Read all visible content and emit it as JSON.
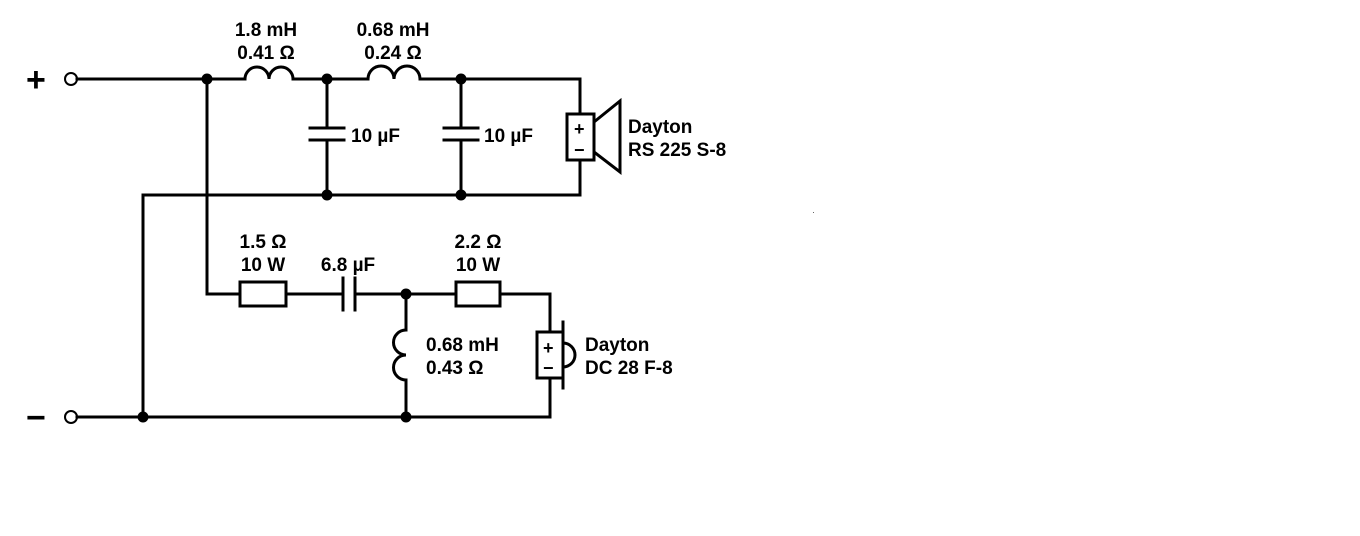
{
  "terminals": {
    "positive": "+",
    "negative": "−"
  },
  "woofer_filter": {
    "inductor1": {
      "inductance": "1.8 mH",
      "resistance": "0.41 Ω"
    },
    "inductor2": {
      "inductance": "0.68 mH",
      "resistance": "0.24 Ω"
    },
    "capacitor1": {
      "capacitance": "10 µF"
    },
    "capacitor2": {
      "capacitance": "10 µF"
    },
    "speaker": {
      "brand": "Dayton",
      "model": "RS 225 S-8",
      "plus": "+",
      "minus": "−"
    }
  },
  "tweeter_filter": {
    "resistor1": {
      "resistance": "1.5 Ω",
      "power": "10 W"
    },
    "capacitor": {
      "capacitance": "6.8 µF"
    },
    "resistor2": {
      "resistance": "2.2 Ω",
      "power": "10 W"
    },
    "inductor": {
      "inductance": "0.68 mH",
      "resistance": "0.43 Ω"
    },
    "speaker": {
      "brand": "Dayton",
      "model": "DC 28 F-8",
      "plus": "+",
      "minus": "−"
    }
  }
}
